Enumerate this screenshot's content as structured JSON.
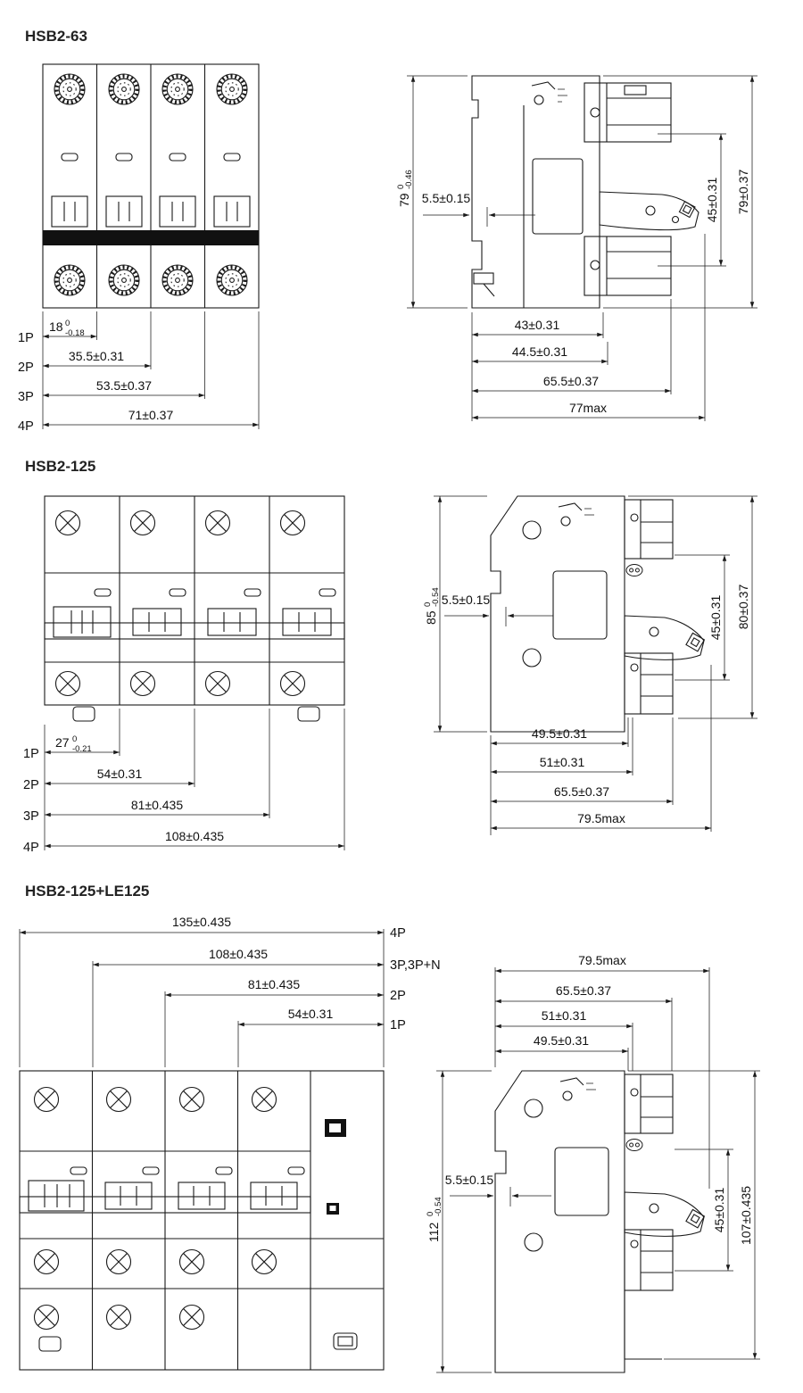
{
  "sections": {
    "hsb263": {
      "title": "HSB2-63",
      "front": {
        "p1_base": "18",
        "p1_sup": "0",
        "p1_sub": "-0.18",
        "p1_label": "1P",
        "p2_value": "35.5±0.31",
        "p2_label": "2P",
        "p3_value": "53.5±0.37",
        "p3_label": "3P",
        "p4_value": "71±0.37",
        "p4_label": "4P"
      },
      "side": {
        "height_base": "79",
        "height_sup": "0",
        "height_sub": "-0.46",
        "offset": "5.5±0.15",
        "handle_height": "45±0.31",
        "total_height": "79±0.37",
        "depth1": "43±0.31",
        "depth2": "44.5±0.31",
        "depth3": "65.5±0.37",
        "depth_max": "77max"
      }
    },
    "hsb2125": {
      "title": "HSB2-125",
      "front": {
        "p1_base": "27",
        "p1_sup": "0",
        "p1_sub": "-0.21",
        "p1_label": "1P",
        "p2_value": "54±0.31",
        "p2_label": "2P",
        "p3_value": "81±0.435",
        "p3_label": "3P",
        "p4_value": "108±0.435",
        "p4_label": "4P"
      },
      "side": {
        "height_base": "85",
        "height_sup": "0",
        "height_sub": "-0.54",
        "offset": "5.5±0.15",
        "handle_height": "45±0.31",
        "total_height": "80±0.37",
        "depth1": "49.5±0.31",
        "depth2": "51±0.31",
        "depth3": "65.5±0.37",
        "depth_max": "79.5max"
      }
    },
    "hsb2125le": {
      "title": "HSB2-125+LE125",
      "front": {
        "w4_value": "135±0.435",
        "w4_label": "4P",
        "w3_value": "108±0.435",
        "w3_label": "3P,3P+N",
        "w2_value": "81±0.435",
        "w2_label": "2P",
        "w1_value": "54±0.31",
        "w1_label": "1P"
      },
      "side": {
        "depth_max": "79.5max",
        "depth3": "65.5±0.37",
        "depth2": "51±0.31",
        "depth1": "49.5±0.31",
        "height_base": "112",
        "height_sup": "0",
        "height_sub": "-0.54",
        "offset": "5.5±0.15",
        "handle_height": "45±0.31",
        "total_height": "107±0.435"
      }
    }
  }
}
